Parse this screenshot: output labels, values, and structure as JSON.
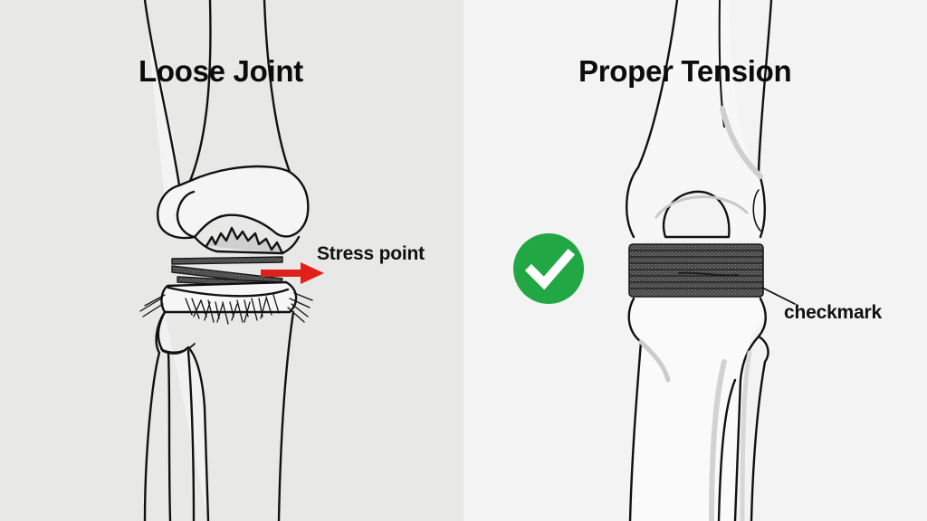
{
  "panels": {
    "left": {
      "title": "Loose Joint",
      "annotation": "Stress point",
      "annotation_arrow_color": "#e0201b",
      "background": "#e8e8e7",
      "wrap_state": "loose, crossed diagonal bands with frayed cartilage"
    },
    "right": {
      "title": "Proper Tension",
      "annotation": "checkmark",
      "badge_icon": "check-circle-icon",
      "badge_color": "#22a745",
      "background": "#f2f3f2",
      "wrap_state": "tight, evenly stacked horizontal bands"
    }
  },
  "colors": {
    "outline": "#111111",
    "bone_fill": "#f4f4f4",
    "bone_shade": "#d9d9d9",
    "wrap": "#4a4a4a"
  }
}
